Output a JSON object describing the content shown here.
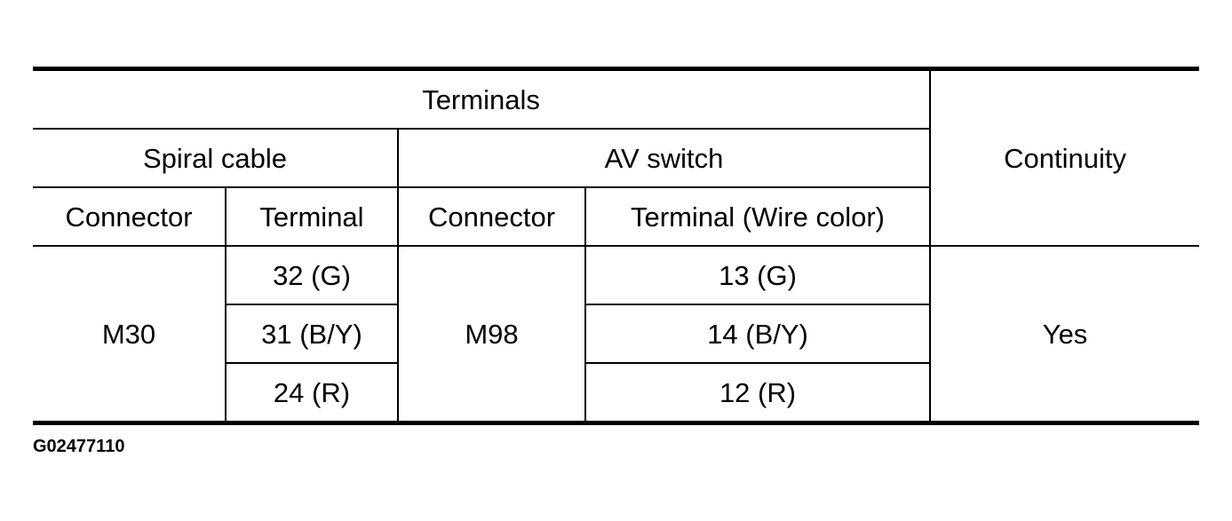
{
  "table": {
    "header": {
      "terminals": "Terminals",
      "continuity": "Continuity",
      "spiral_cable": "Spiral cable",
      "av_switch": "AV switch",
      "spiral_connector": "Connector",
      "spiral_terminal": "Terminal",
      "av_connector": "Connector",
      "av_terminal": "Terminal (Wire color)"
    },
    "spiral_connector_value": "M30",
    "av_connector_value": "M98",
    "continuity_value": "Yes",
    "rows": [
      {
        "spiral_terminal": "32 (G)",
        "av_terminal": "13 (G)"
      },
      {
        "spiral_terminal": "31 (B/Y)",
        "av_terminal": "14 (B/Y)"
      },
      {
        "spiral_terminal": "24 (R)",
        "av_terminal": "12 (R)"
      }
    ]
  },
  "figure_id": "G02477110"
}
